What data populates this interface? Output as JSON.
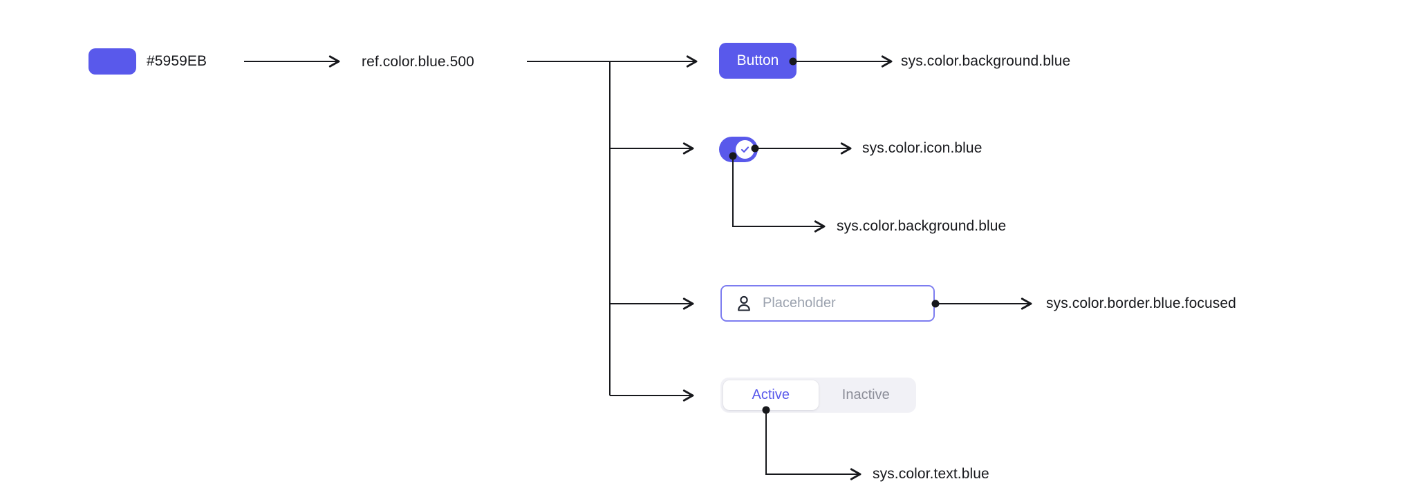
{
  "palette": {
    "primary_blue": "#5959EB",
    "line_color": "#17181C",
    "input_border_blue": "#7D7DF0",
    "placeholder_gray": "#9CA3AF",
    "inactive_gray": "#8B8D98",
    "segmented_bg": "#F1F1F6",
    "background": "#FFFFFF"
  },
  "reference": {
    "swatch_color": "#5959EB",
    "hex_label": "#5959EB",
    "token": "ref.color.blue.500"
  },
  "mappings": {
    "button": {
      "component_label": "Button",
      "token": "sys.color.background.blue"
    },
    "toggle": {
      "icon": "check-icon",
      "icon_token": "sys.color.icon.blue",
      "background_token": "sys.color.background.blue"
    },
    "input": {
      "icon": "user-icon",
      "placeholder": "Placeholder",
      "token": "sys.color.border.blue.focused"
    },
    "segmented": {
      "active_label": "Active",
      "inactive_label": "Inactive",
      "token": "sys.color.text.blue"
    }
  }
}
